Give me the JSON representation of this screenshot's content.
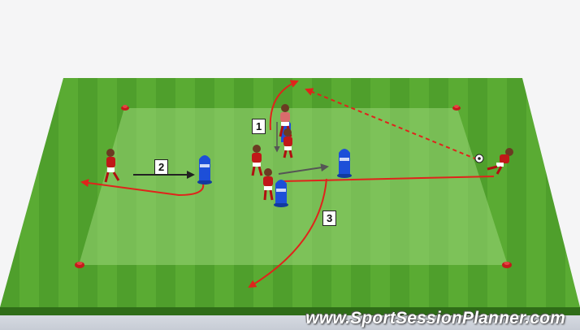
{
  "diagram": {
    "watermark": "www.SportSessionPlanner.com",
    "labels": [
      "1",
      "2",
      "3"
    ],
    "colors": {
      "pitch_dark": "#3f8f22",
      "pitch_light": "#62b13a",
      "zone": "#8fcf6a",
      "run_line": "#e0231b",
      "pass_line": "#222222",
      "mannequin": "#1d4fd8",
      "player_kit": "#c01818"
    },
    "icons": [
      "cone-icon",
      "mannequin-icon",
      "player-icon",
      "ball-icon"
    ]
  }
}
